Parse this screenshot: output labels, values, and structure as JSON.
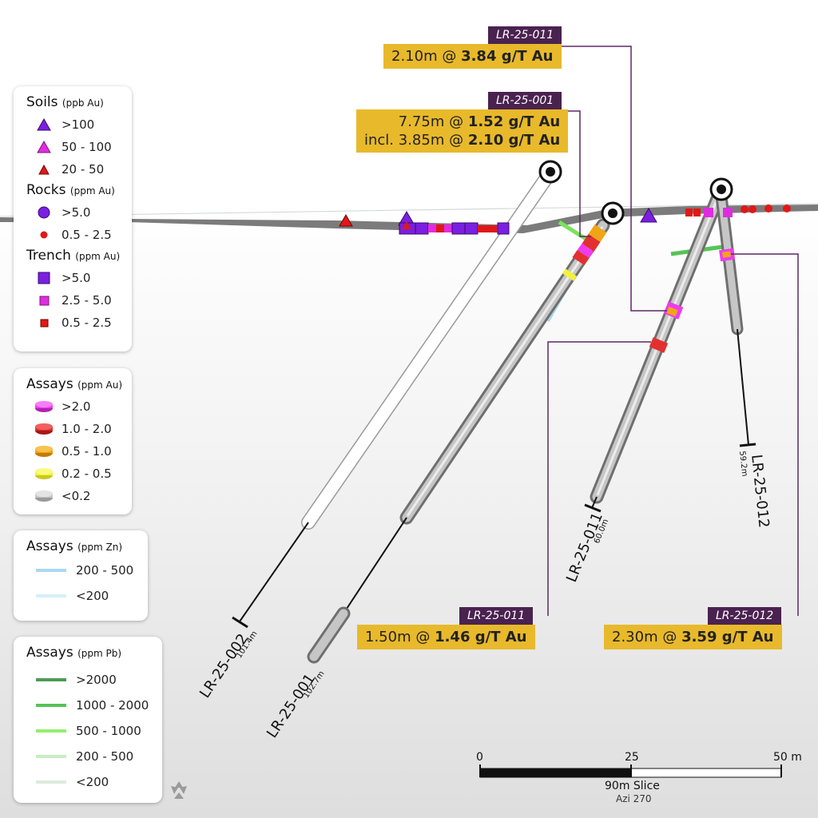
{
  "legend_soils": {
    "title": "Soils",
    "unit": "(ppb Au)",
    "items": [
      {
        "label": ">100",
        "color": "#7b1fe0"
      },
      {
        "label": "50 - 100",
        "color": "#e02ce0"
      },
      {
        "label": "20 - 50",
        "color": "#e01818"
      }
    ]
  },
  "legend_rocks": {
    "title": "Rocks",
    "unit": "(ppm Au)",
    "items": [
      {
        "label": ">5.0",
        "color": "#7b1fe0"
      },
      {
        "label": "0.5 - 2.5",
        "color": "#e01818"
      }
    ]
  },
  "legend_trench": {
    "title": "Trench",
    "unit": "(ppm Au)",
    "items": [
      {
        "label": ">5.0",
        "color": "#7b1fe0"
      },
      {
        "label": "2.5 - 5.0",
        "color": "#e02ce0"
      },
      {
        "label": "0.5 - 2.5",
        "color": "#e01818"
      }
    ]
  },
  "legend_au": {
    "title": "Assays",
    "unit": "(ppm Au)",
    "items": [
      {
        "label": ">2.0",
        "color": "#ee3bee"
      },
      {
        "label": "1.0 - 2.0",
        "color": "#e23030"
      },
      {
        "label": "0.5 - 1.0",
        "color": "#f0a516"
      },
      {
        "label": "0.2 - 0.5",
        "color": "#f2f23a"
      },
      {
        "label": "<0.2",
        "color": "#c8c8c8"
      }
    ]
  },
  "legend_zn": {
    "title": "Assays",
    "unit": "(ppm Zn)",
    "items": [
      {
        "label": "200 - 500",
        "color": "#aad8f2"
      },
      {
        "label": "<200",
        "color": "#d4eff9"
      }
    ]
  },
  "legend_pb": {
    "title": "Assays",
    "unit": "(ppm Pb)",
    "items": [
      {
        "label": ">2000",
        "color": "#4e9a55"
      },
      {
        "label": "1000 - 2000",
        "color": "#55c455"
      },
      {
        "label": "500 - 1000",
        "color": "#92ef6e"
      },
      {
        "label": "200 - 500",
        "color": "#c7efc1"
      },
      {
        "label": "<200",
        "color": "#dcebdc"
      }
    ]
  },
  "callouts": {
    "c011_top": {
      "hole": "LR-25-011",
      "line1_pre": "2.10m @ ",
      "line1_bold": "3.84 g/T Au"
    },
    "c001": {
      "hole": "LR-25-001",
      "line1_pre": "7.75m @ ",
      "line1_bold": "1.52 g/T Au",
      "line2_pre": "incl. 3.85m @ ",
      "line2_bold": "2.10 g/T Au"
    },
    "c011_bottom": {
      "hole": "LR-25-011",
      "line1_pre": "1.50m @ ",
      "line1_bold": "1.46 g/T Au"
    },
    "c012": {
      "hole": "LR-25-012",
      "line1_pre": "2.30m @ ",
      "line1_bold": "3.59 g/T Au"
    }
  },
  "holes": {
    "h002": {
      "name": "LR-25-002",
      "depth": "101.4m"
    },
    "h001": {
      "name": "LR-25-001",
      "depth": "102.7m"
    },
    "h011": {
      "name": "LR-25-011",
      "depth": "60.0m"
    },
    "h012": {
      "name": "LR-25-012",
      "depth": "59.2m"
    }
  },
  "scale": {
    "tick0": "0",
    "tick25": "25",
    "tick50": "50 m",
    "slice": "90m Slice",
    "azimuth": "Azi 270"
  }
}
